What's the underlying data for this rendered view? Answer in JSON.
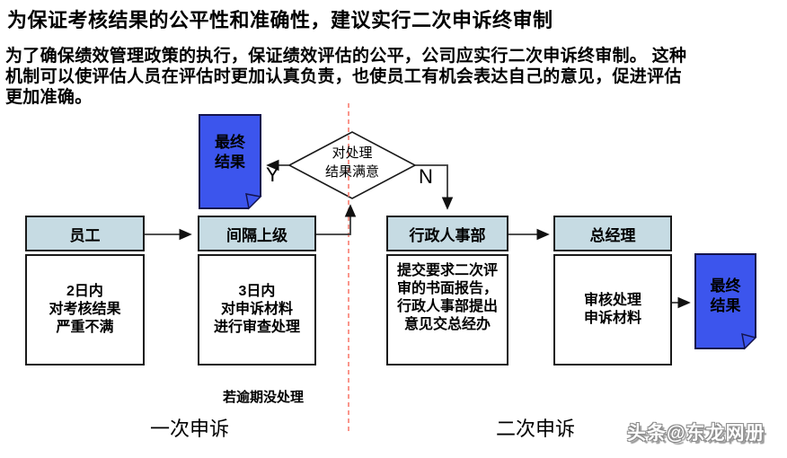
{
  "title": "为保证考核结果的公平性和准确性，建议实行二次申诉终审制",
  "intro": "为了确保绩效管理政策的执行，保证绩效评估的公平，公司应实行二次申诉终审制。 这种\n机制可以使评估人员在评估时更加认真负责，也使员工有机会表达自己的意见，促进评估\n更加准确。",
  "flowchart": {
    "decision": {
      "label": "对处理\n结果满意",
      "yes_label": "Y",
      "no_label": "N"
    },
    "final_result_left": "最终\n结果",
    "final_result_right": "最终\n结果",
    "columns": [
      {
        "header": "员工",
        "body": "2日内\n对考核结果\n严重不满"
      },
      {
        "header": "间隔上级",
        "body": "3日内\n对申诉材料\n进行审查处理"
      },
      {
        "header": "行政人事部",
        "body": "提交要求二次评\n审的书面报告，\n行政人事部提出\n意见交总经办"
      },
      {
        "header": "总经理",
        "body": "审核处理\n申诉材料"
      }
    ],
    "overdue_note": "若逾期没处理",
    "stage_labels": {
      "first": "一次申诉",
      "second": "二次申诉"
    }
  },
  "watermark": "头条@东龙网册",
  "colors": {
    "header_fill": "#c6dbe3",
    "document_fill": "#3c55ed",
    "dashed_divider": "#f87c6f",
    "connector": "#383838",
    "border": "#1a1a1a"
  }
}
